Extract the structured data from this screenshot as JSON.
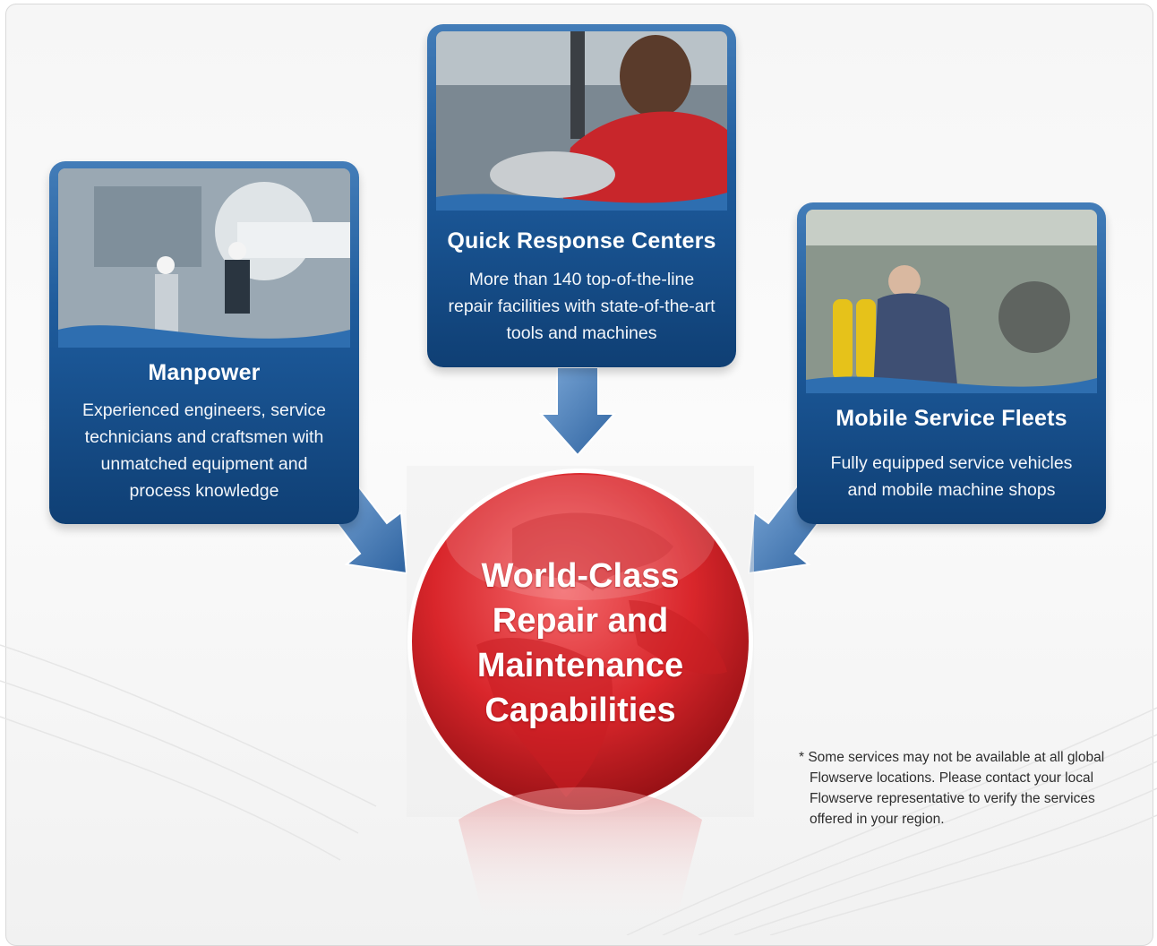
{
  "nodes": {
    "manpower": {
      "title": "Manpower",
      "lines": [
        "Experienced engineers, service",
        "technicians and craftsmen with",
        "unmatched equipment and",
        "process knowledge"
      ]
    },
    "quick_response": {
      "title": "Quick Response Centers",
      "lines": [
        "More than 140 top-of-the-line",
        "repair facilities with state-of-the-art",
        "tools and machines"
      ]
    },
    "mobile_fleets": {
      "title": "Mobile Service Fleets",
      "lines": [
        "Fully equipped service vehicles",
        "and mobile machine shops"
      ]
    }
  },
  "center": {
    "lines": [
      "World-Class",
      "Repair and",
      "Maintenance",
      "Capabilities"
    ]
  },
  "footnote": {
    "lines": [
      "* Some services may not be available at all global",
      "Flowserve locations. Please contact your local",
      "Flowserve representative to verify the services",
      "offered in your region."
    ]
  },
  "colors": {
    "card_blue": "#1a5594",
    "globe_red": "#d9262b",
    "arrow_blue": "#4a7fb8"
  }
}
